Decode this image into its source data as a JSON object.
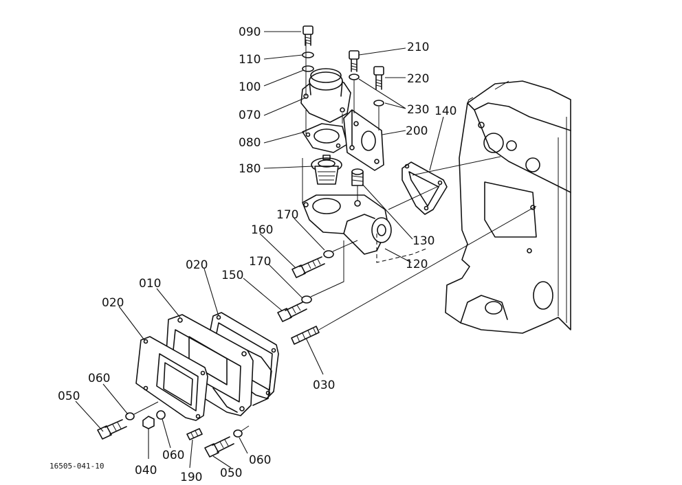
{
  "figure_code": "16505-041-10",
  "labels": {
    "p090": "090",
    "p110": "110",
    "p100": "100",
    "p070": "070",
    "p080": "080",
    "p180": "180",
    "p210": "210",
    "p220": "220",
    "p230": "230",
    "p200": "200",
    "p140": "140",
    "p130": "130",
    "p120": "120",
    "p170a": "170",
    "p160": "160",
    "p170b": "170",
    "p150": "150",
    "p020a": "020",
    "p010": "010",
    "p020b": "020",
    "p030": "030",
    "p060a": "060",
    "p050a": "050",
    "p040": "040",
    "p060b": "060",
    "p190": "190",
    "p050b": "050",
    "p060c": "060"
  }
}
